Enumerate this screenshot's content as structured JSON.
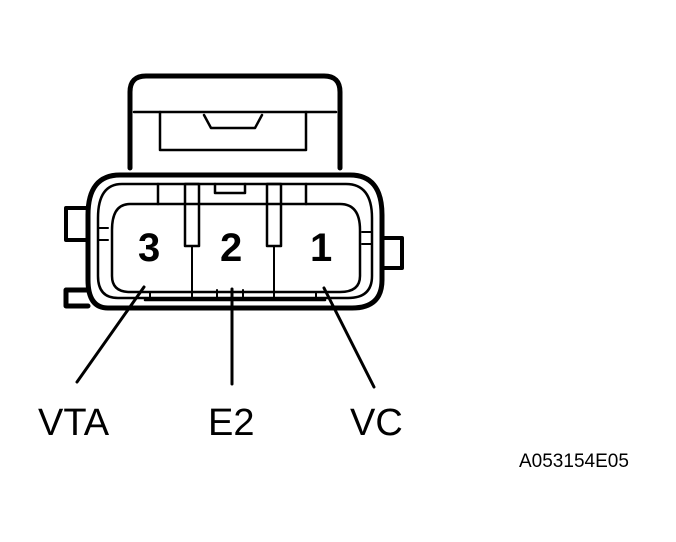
{
  "diagram": {
    "type": "connector-pinout",
    "colors": {
      "line": "#000000",
      "background": "#ffffff"
    },
    "pins": [
      {
        "number": "3",
        "signal": "VTA"
      },
      {
        "number": "2",
        "signal": "E2"
      },
      {
        "number": "1",
        "signal": "VC"
      }
    ],
    "figure_id": "A053154E05"
  }
}
